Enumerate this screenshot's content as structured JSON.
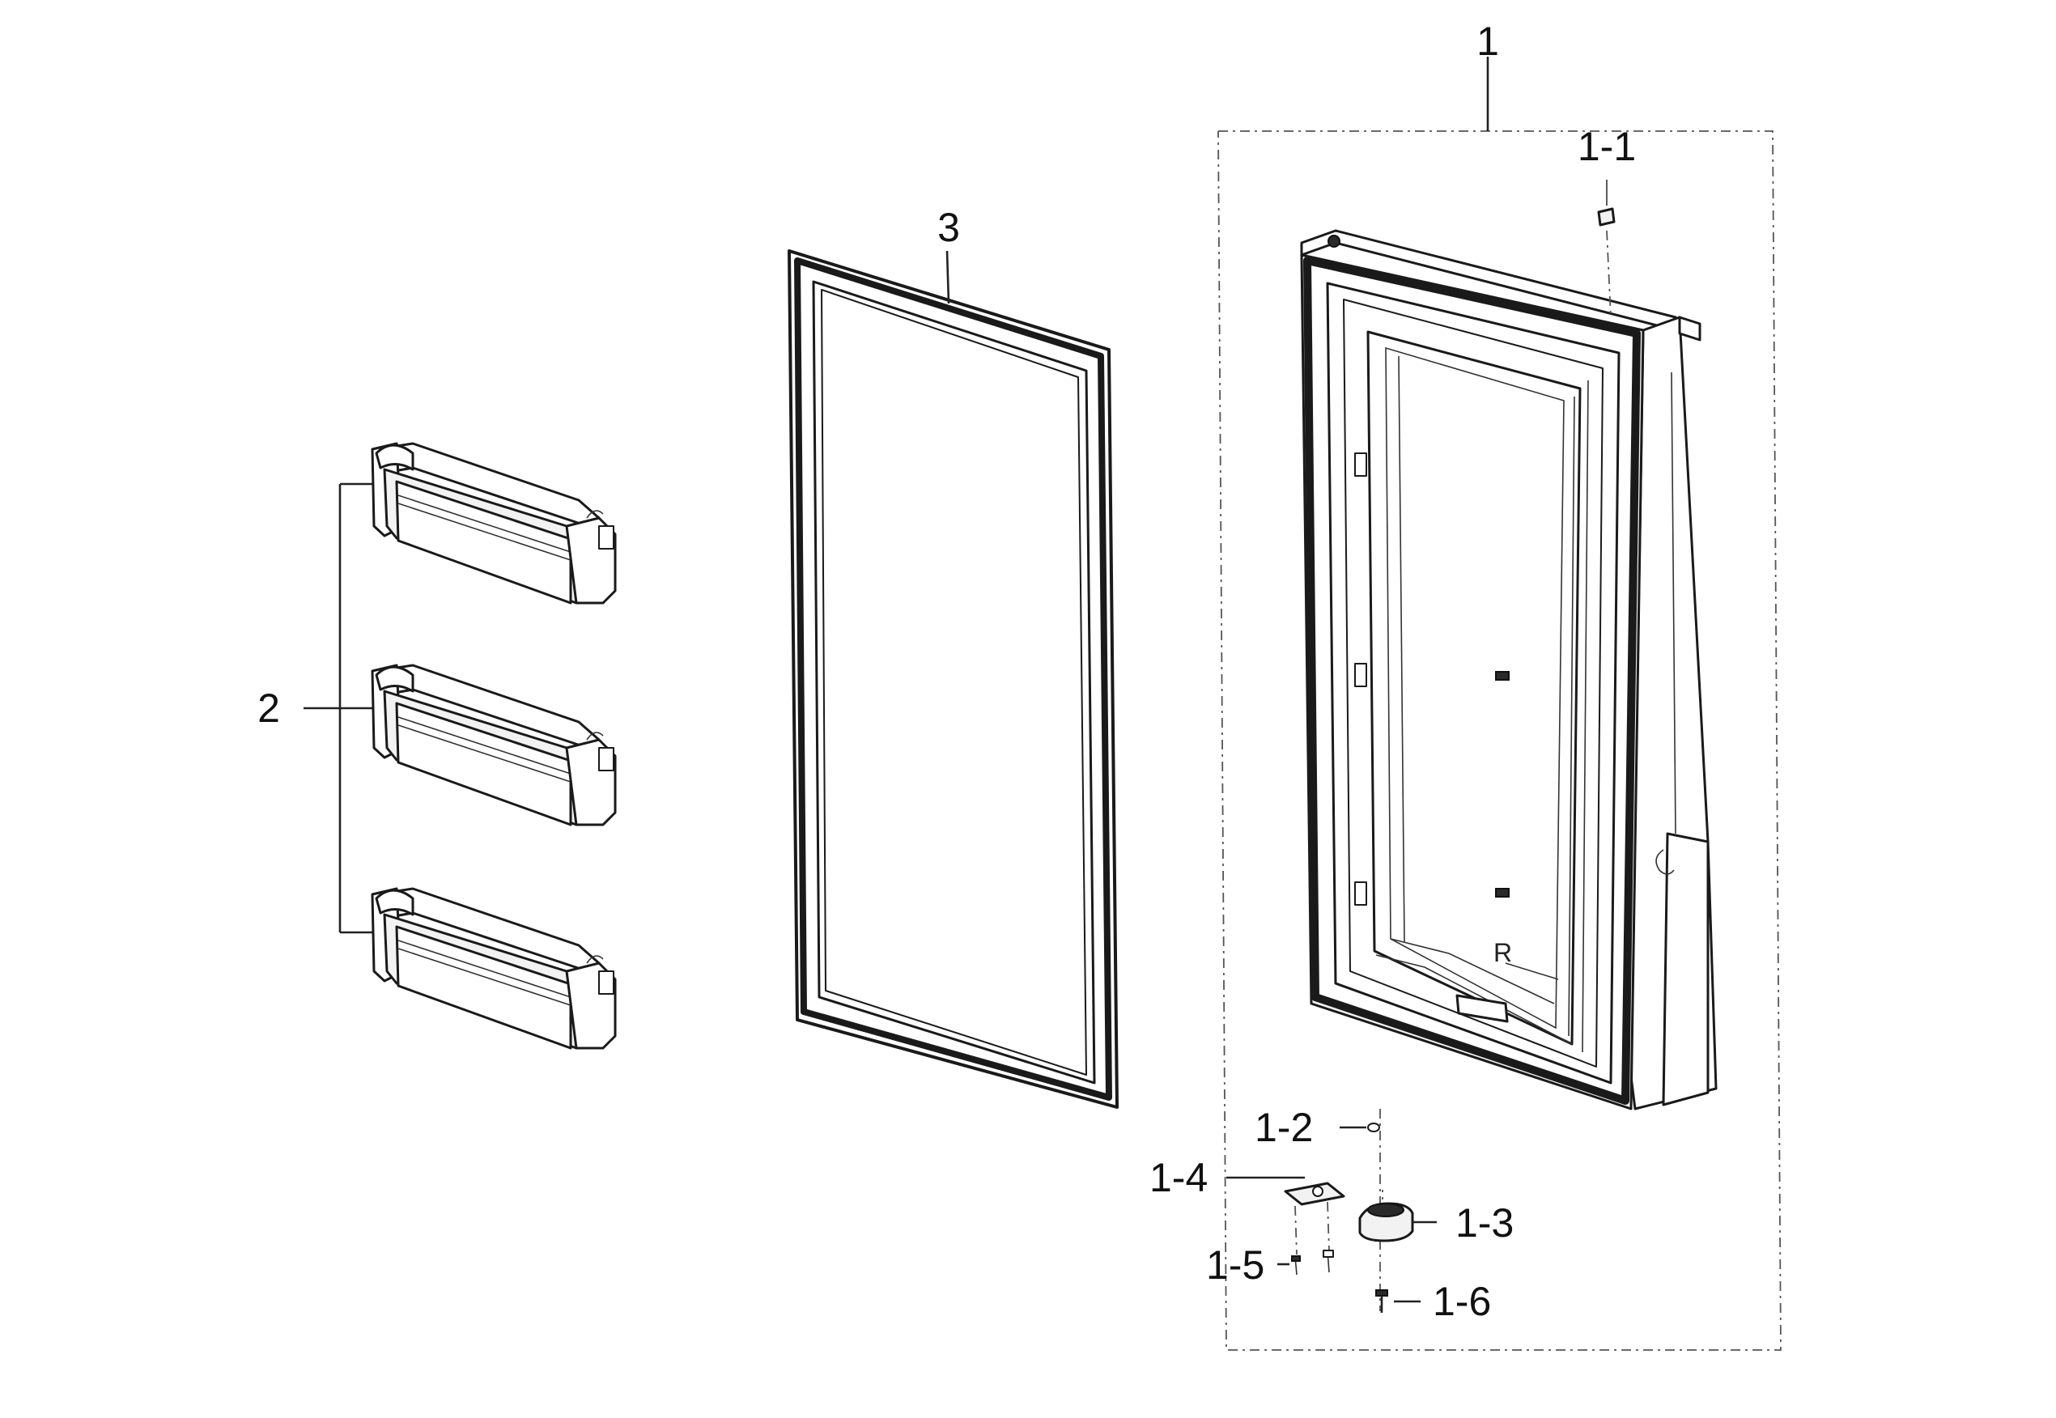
{
  "callouts": {
    "assembly": "1",
    "cap": "1-1",
    "pin": "1-2",
    "hinge_cover": "1-3",
    "hinge_bracket": "1-4",
    "bracket_screw": "1-5",
    "hinge_screw": "1-6",
    "door_guard": "2",
    "gasket": "3"
  }
}
